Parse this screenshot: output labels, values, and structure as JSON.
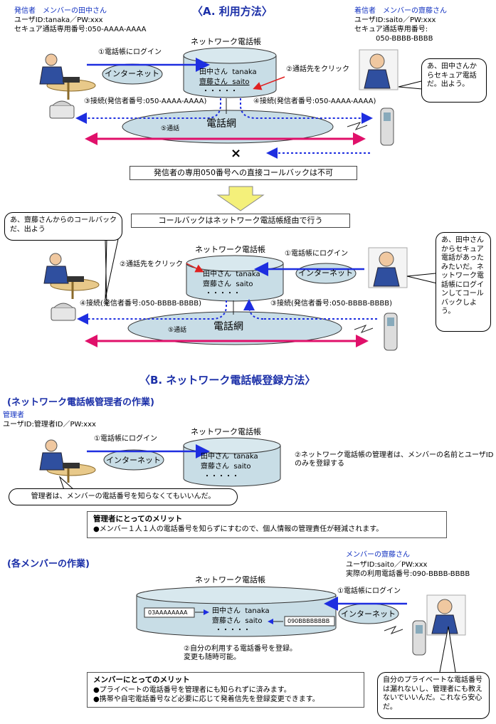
{
  "section_a": {
    "title": "〈A. 利用方法〉",
    "caller_role": "発信者　メンバーの田中さん",
    "caller_id": "ユーザID:tanaka／PW:xxx",
    "caller_number": "セキュア通話専用番号:050-AAAA-AAAA",
    "callee_role": "着信者　メンバーの齋藤さん",
    "callee_id": "ユーザID:saito／PW:xxx",
    "callee_number_label": "セキュア通話専用番号:",
    "callee_number": "050-BBBB-BBBB",
    "phonebook": "ネットワーク電話帳",
    "row1_name": "田中さん",
    "row1_id": "tanaka",
    "row2_name": "齋藤さん",
    "row2_id": "saito",
    "dots": "・・・・・",
    "internet": "インターネット",
    "phone_network": "電話網",
    "step1": "①電話帳にログイン",
    "step2": "②通話先をクリック",
    "step3": "③接続(発信者番号:050-AAAA-AAAA)",
    "step4": "④接続(発信者番号:050-AAAA-AAAA)",
    "step5": "⑤通話",
    "bubble_callee": "あ、田中さんからセキュア電話だ。出よう。",
    "cross": "×",
    "no_callback": "発信者の専用050番号への直接コールバックは不可",
    "via_phonebook": "コールバックはネットワーク電話帳経由で行う",
    "bubble_left2": "あ、齋藤さんからのコールバックだ、出よう",
    "phonebook2": "ネットワーク電話帳",
    "step1b": "①電話帳にログイン",
    "step2b": "②通話先をクリック",
    "step3b": "③接続(発信者番号:050-BBBB-BBBB)",
    "step4b": "④接続(発信者番号:050-BBBB-BBBB)",
    "step5b": "⑤通話",
    "bubble_right2": "あ、田中さんからセキュア電話があったみたいだ。ネットワーク電話帳にログインしてコールバックしよう。"
  },
  "section_b": {
    "title": "〈B. ネットワーク電話帳登録方法〉",
    "admin_heading": "(ネットワーク電話帳管理者の作業)",
    "admin_role": "管理者",
    "admin_id": "ユーザID:管理者ID／PW:xxx",
    "step1": "①電話帳にログイン",
    "phonebook": "ネットワーク電話帳",
    "internet": "インターネット",
    "row1_name": "田中さん",
    "row1_id": "tanaka",
    "row2_name": "齋藤さん",
    "row2_id": "saito",
    "dots": "・・・・・",
    "step2": "②ネットワーク電話帳の管理者は、メンバーの名前とユーザIDのみを登録する",
    "bubble_admin": "管理者は、メンバーの電話番号を知らなくてもいいんだ。",
    "merit_admin_title": "管理者にとってのメリット",
    "merit_admin_1": "●メンバー１人１人の電話番号を知らずにすむので、個人情報の管理責任が軽減されます。",
    "member_heading": "(各メンバーの作業)",
    "member_role": "メンバーの齋藤さん",
    "member_id": "ユーザID:saito／PW:xxx",
    "member_number": "実際の利用電話番号:090-BBBB-BBBB",
    "phonebook2": "ネットワーク電話帳",
    "step1b": "①電話帳にログイン",
    "num_a": "03AAAAAAAA",
    "num_b": "090BBBBBBBB",
    "step2b": "②自分の利用する電話番号を登録。変更も随時可能。",
    "merit_member_title": "メンバーにとってのメリット",
    "merit_member_1": "●プライベートの電話番号を管理者にも知られずに済みます。",
    "merit_member_2": "●携帯や自宅電話番号など必要に応じて発着信先を登録変更できます。",
    "bubble_member": "自分のプライベートな電話番号は漏れないし、管理者にも教えないでいいんだ。これなら安心だ。"
  },
  "colors": {
    "arrow_blue": "#1e2ee0",
    "arrow_pink": "#e0106a",
    "cylinder": "#c8dde6",
    "callout_red": "#e02020",
    "shift_arrow": "#f4f07a"
  }
}
